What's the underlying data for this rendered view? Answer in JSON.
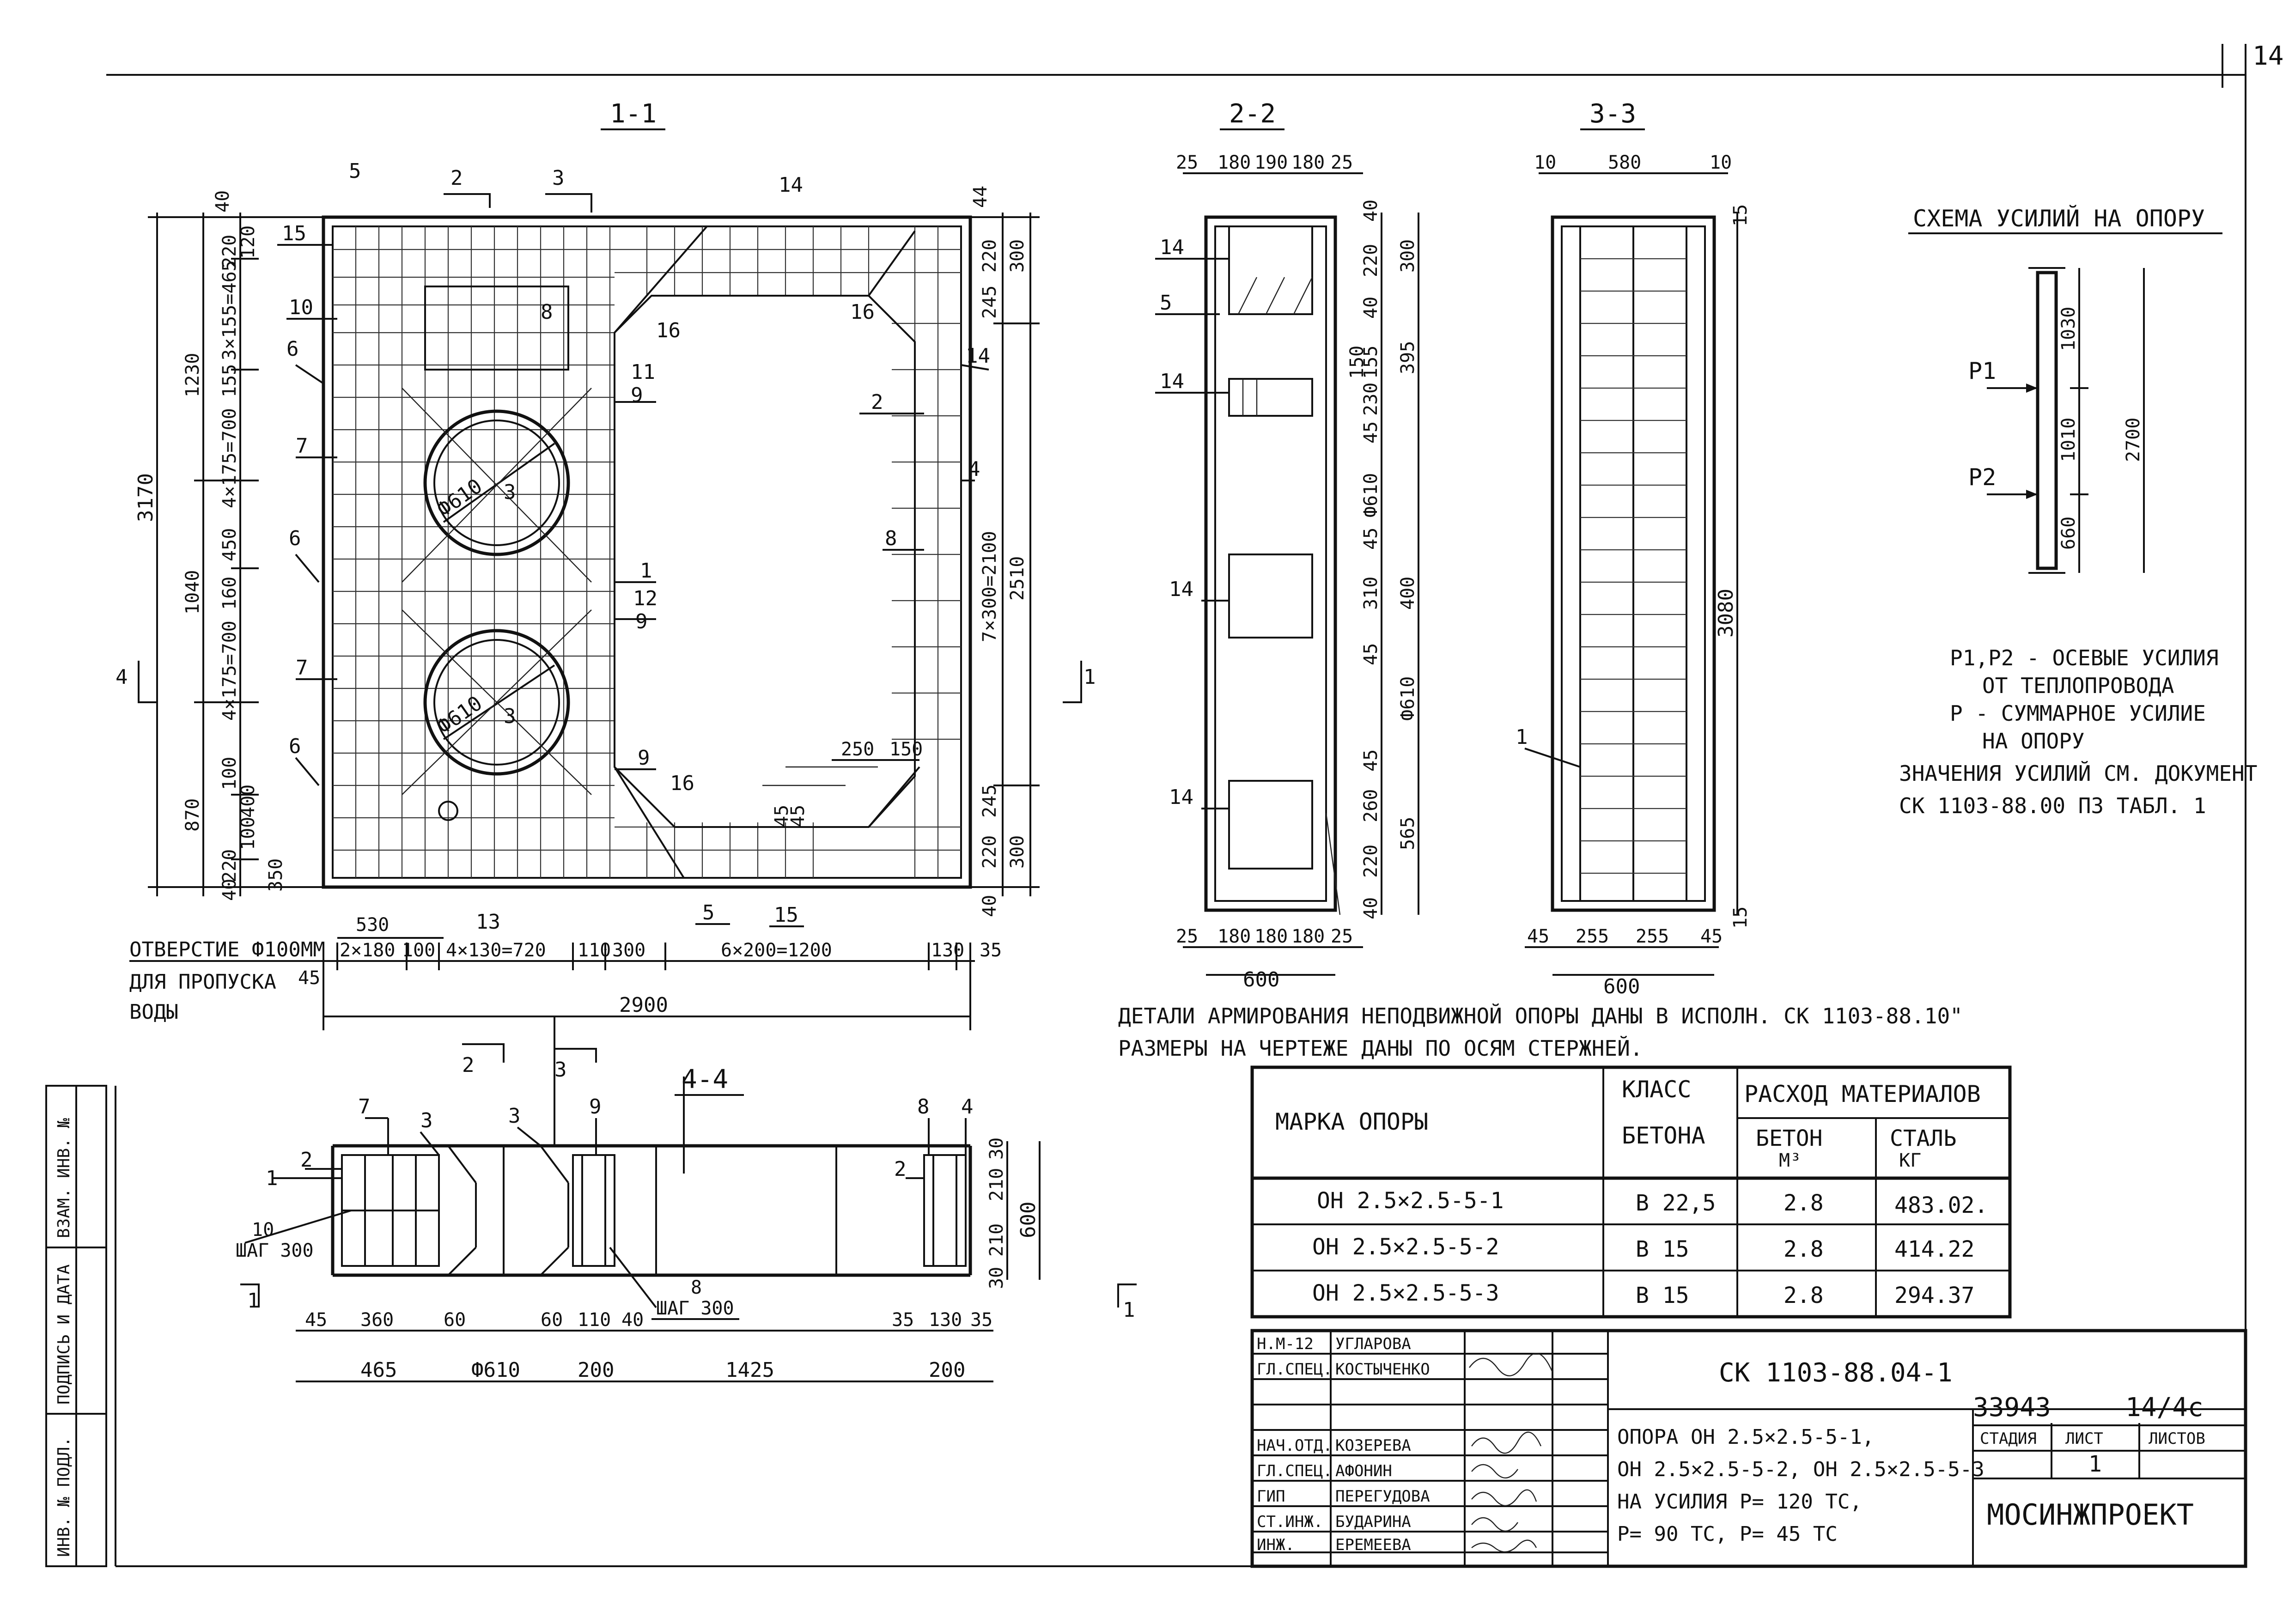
{
  "sheet": {
    "page_number": "14",
    "sections": {
      "s11": "1-1",
      "s22": "2-2",
      "s33": "3-3",
      "s44": "4-4"
    }
  },
  "view11": {
    "top_dims": [
      "40",
      "220",
      "3×155=465",
      "120",
      "44",
      "220",
      "300",
      "245"
    ],
    "left_dims": [
      "3170",
      "1230",
      "1040",
      "870",
      "155",
      "4×175=700",
      "160",
      "450",
      "100",
      "4×175=700",
      "220",
      "100",
      "400",
      "40",
      "350"
    ],
    "right_dims": [
      "7×300=2100",
      "2510",
      "245",
      "220",
      "300",
      "40"
    ],
    "bottom_dims": [
      "45",
      "2×180",
      "100",
      "4×130=720",
      "110",
      "300",
      "6×200=1200",
      "130",
      "35",
      "530"
    ],
    "overall_width": "2900",
    "pipe_labels": [
      "Ф610",
      "Ф610"
    ],
    "inner_dims": [
      "250",
      "150",
      "45",
      "45"
    ],
    "marks": [
      "15",
      "10",
      "6",
      "7",
      "6",
      "7",
      "6",
      "5",
      "2",
      "3",
      "14",
      "8",
      "16",
      "16",
      "11",
      "9",
      "2",
      "14",
      "4",
      "8",
      "1",
      "12",
      "9",
      "9",
      "16",
      "5",
      "15",
      "13",
      "3",
      "3"
    ],
    "cut_marks": [
      "2",
      "3",
      "4",
      "1"
    ],
    "hole_note": [
      "ОТВЕРСТИЕ Ф100ММ",
      "ДЛЯ ПРОПУСКА",
      "ВОДЫ"
    ]
  },
  "view22": {
    "top_dims": [
      "25",
      "180",
      "190",
      "180",
      "25"
    ],
    "right_dims": [
      "40",
      "220",
      "300",
      "40",
      "395",
      "155",
      "150",
      "230",
      "45",
      "Ф610",
      "45",
      "310",
      "400",
      "45",
      "Ф610",
      "45",
      "260",
      "565",
      "220",
      "40"
    ],
    "bottom_dims": [
      "25",
      "180",
      "180",
      "180",
      "25"
    ],
    "width": "600",
    "marks": [
      "14",
      "5",
      "14",
      "14",
      "14"
    ]
  },
  "view33": {
    "top_dims": [
      "10",
      "580",
      "10",
      "15"
    ],
    "height": "3080",
    "bottom_dims": [
      "45",
      "255",
      "255",
      "45",
      "15"
    ],
    "width": "600",
    "marks": [
      "1"
    ]
  },
  "view44": {
    "bottom_dims": [
      "45",
      "360",
      "60",
      "60",
      "110",
      "40",
      "35",
      "130",
      "35"
    ],
    "bottom_dims2": [
      "465",
      "Ф610",
      "200",
      "1425",
      "200"
    ],
    "right_dims": [
      "30",
      "210",
      "210",
      "30",
      "600"
    ],
    "marks": [
      "7",
      "3",
      "3",
      "9",
      "8",
      "4",
      "1",
      "2",
      "2"
    ],
    "step_notes": [
      "10",
      "ШАГ 300",
      "8",
      "ШАГ 300"
    ]
  },
  "force_scheme": {
    "title": "СХЕМА УСИЛИЙ НА ОПОРУ",
    "p1": "P1",
    "p2": "P2",
    "dims": [
      "1030",
      "1010",
      "660",
      "2700"
    ],
    "notes": [
      "P1,P2 - ОСЕВЫЕ УСИЛИЯ",
      "ОТ ТЕПЛОПРОВОДА",
      "P - СУММАРНОЕ УСИЛИЕ",
      "НА ОПОРУ",
      "ЗНАЧЕНИЯ УСИЛИЙ СМ. ДОКУМЕНТ",
      "СК 1103-88.00 ПЗ ТАБЛ. 1"
    ]
  },
  "general_notes": [
    "ДЕТАЛИ АРМИРОВАНИЯ НЕПОДВИЖНОЙ ОПОРЫ ДАНЫ В ИСПОЛН. СК 1103-88.10\"",
    "РАЗМЕРЫ НА ЧЕРТЕЖЕ ДАНЫ ПО ОСЯМ СТЕРЖНЕЙ."
  ],
  "spec_table": {
    "headers": {
      "mark": "МАРКА ОПОРЫ",
      "class": [
        "КЛАСС",
        "БЕТОНА"
      ],
      "consumption": "РАСХОД МАТЕРИАЛОВ",
      "concrete": [
        "БЕТОН",
        "М³"
      ],
      "steel": [
        "СТАЛЬ",
        "КГ"
      ]
    },
    "rows": [
      {
        "mark": "ОН 2.5×2.5-5-1",
        "class": "В 22,5",
        "concrete": "2.8",
        "steel": "483.02."
      },
      {
        "mark": "ОН 2.5×2.5-5-2",
        "class": "В 15",
        "concrete": "2.8",
        "steel": "414.22"
      },
      {
        "mark": "ОН 2.5×2.5-5-3",
        "class": "В 15",
        "concrete": "2.8",
        "steel": "294.37"
      }
    ]
  },
  "title_block": {
    "doc_code": "СК 1103-88.04-1",
    "inv": "33943",
    "sheet_ref": "14/4с",
    "signatures": [
      {
        "role": "Н.М-12",
        "name": "УГЛАРОВА"
      },
      {
        "role": "ГЛ.СПЕЦ.",
        "name": "КОСТЫЧЕНКО"
      },
      {
        "role": "НАЧ.ОТД.",
        "name": "КОЗЕРЕВА"
      },
      {
        "role": "ГЛ.СПЕЦ.",
        "name": "АФОНИН"
      },
      {
        "role": "ГИП",
        "name": "ПЕРЕГУДОВА"
      },
      {
        "role": "СТ.ИНЖ.",
        "name": "БУДАРИНА"
      },
      {
        "role": "ИНЖ.",
        "name": "ЕРЕМЕЕВА"
      }
    ],
    "description": [
      "ОПОРА ОН 2.5×2.5-5-1,",
      "ОН 2.5×2.5-5-2, ОН 2.5×2.5-5-3",
      "НА УСИЛИЯ P= 120 ТС,",
      "P= 90 ТС, P= 45 ТС"
    ],
    "stage_label": "СТАДИЯ",
    "sheet_label": "ЛИСТ",
    "sheets_label": "ЛИСТОВ",
    "sheet_no": "1",
    "organization": "МОСИНЖПРОЕКТ"
  },
  "side_stamp": [
    "ВЗАМ. ИНВ. №",
    "ПОДПИСЬ И ДАТА",
    "ИНВ. № ПОДЛ."
  ]
}
